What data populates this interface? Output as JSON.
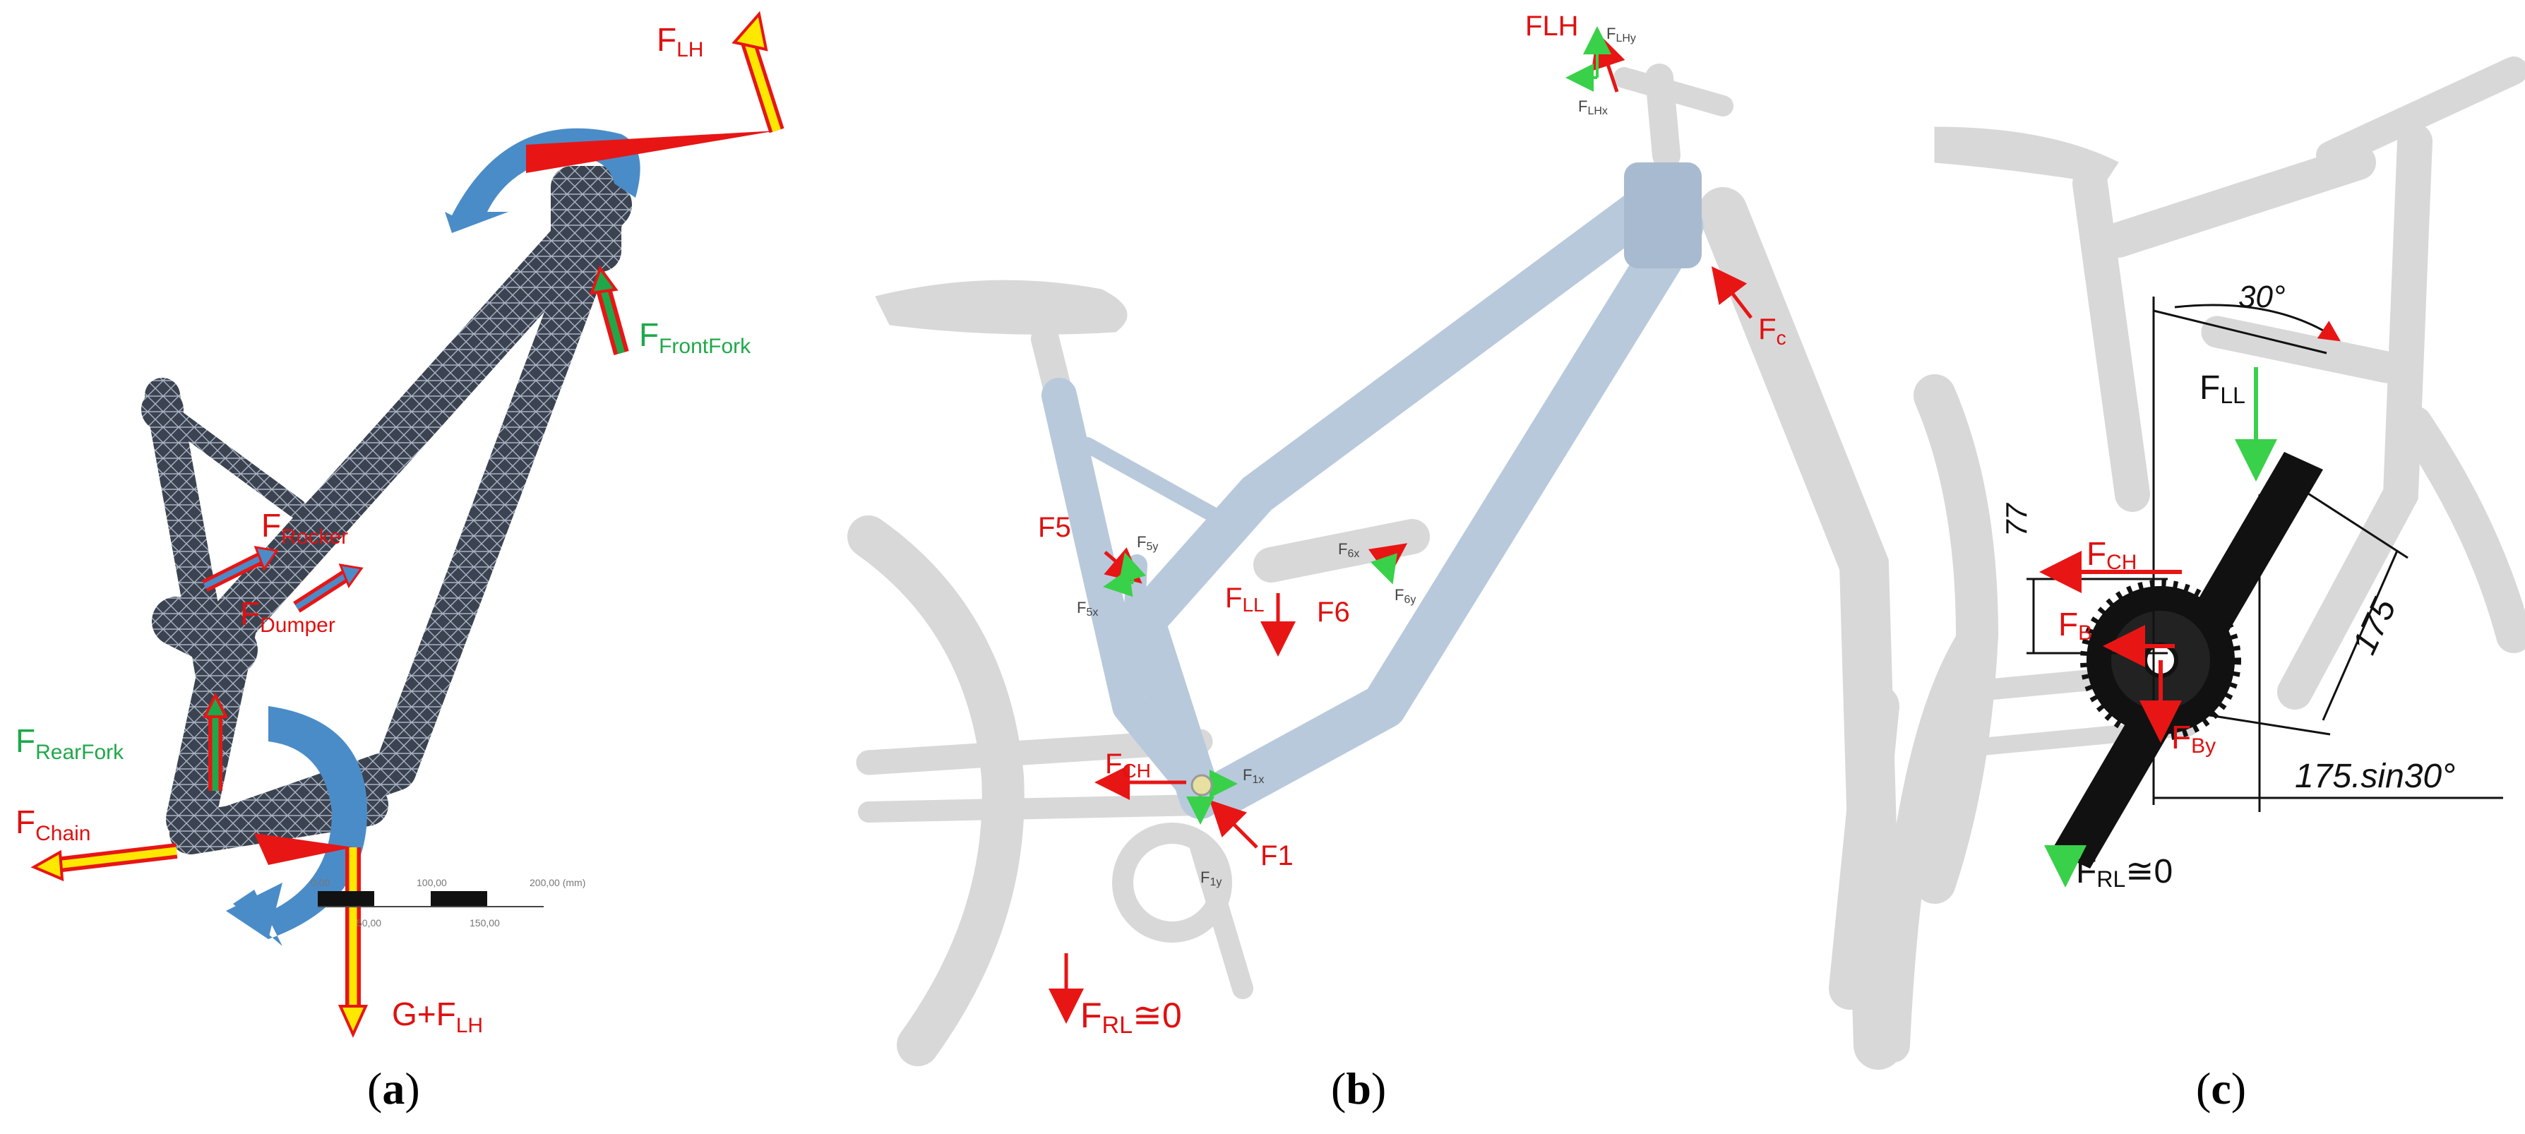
{
  "panels": [
    {
      "id": "a",
      "caption_letter": "a",
      "labels": {
        "f_lh": {
          "base": "F",
          "sub": "LH"
        },
        "f_frontfork": {
          "base": "F",
          "sub": "FrontFork"
        },
        "f_rocker": {
          "base": "F",
          "sub": "Rocker"
        },
        "f_dumper": {
          "base": "F",
          "sub": "Dumper"
        },
        "f_rearfork": {
          "base": "F",
          "sub": "RearFork"
        },
        "f_chain": {
          "base": "F",
          "sub": "Chain"
        },
        "g_flh": {
          "base": "G+F",
          "sub": "LH"
        }
      },
      "scale_ticks": [
        "0,00",
        "100,00",
        "200,00 (mm)",
        "50,00",
        "150,00"
      ]
    },
    {
      "id": "b",
      "caption_letter": "b",
      "labels": {
        "f_lh": {
          "base": "F",
          "sub": "LH"
        },
        "f_lhy": {
          "base": "F",
          "sub": "LHy"
        },
        "f_lhx": {
          "base": "F",
          "sub": "LHx"
        },
        "f_c": {
          "base": "F",
          "sub": "c"
        },
        "f_5": {
          "base": "F",
          "sub": "5"
        },
        "f_5y": {
          "base": "F",
          "sub": "5y"
        },
        "f_5x": {
          "base": "F",
          "sub": "5x"
        },
        "f_6x": {
          "base": "F",
          "sub": "6x"
        },
        "f_6": {
          "base": "F",
          "sub": "6"
        },
        "f_6y": {
          "base": "F",
          "sub": "6y"
        },
        "f_ll": {
          "base": "F",
          "sub": "LL"
        },
        "f_ch": {
          "base": "F",
          "sub": "CH"
        },
        "f_1x": {
          "base": "F",
          "sub": "1x"
        },
        "f_1": {
          "base": "F",
          "sub": "1"
        },
        "f_1y": {
          "base": "F",
          "sub": "1y"
        },
        "f_rl": {
          "base": "F",
          "sub": "RL",
          "suffix": "≅0"
        }
      }
    },
    {
      "id": "c",
      "caption_letter": "c",
      "labels": {
        "angle": "30°",
        "f_ll": {
          "base": "F",
          "sub": "LL"
        },
        "dim_77": "77",
        "f_ch": {
          "base": "F",
          "sub": "CH"
        },
        "f_b": {
          "base": "F",
          "sub": "B"
        },
        "f_by": {
          "base": "F",
          "sub": "By"
        },
        "dim_175": "175",
        "dim_sin": "175.sin30°",
        "f_rl": {
          "base": "F",
          "sub": "RL",
          "suffix": "≅0"
        }
      }
    }
  ],
  "colors": {
    "red_label": "#e01010",
    "green_label": "#1fa84a",
    "arrow_yellow": "#ffe800",
    "arrow_red": "#e81515",
    "blue_moment": "#4a8cc8",
    "frame_blue": "#b8c9dc",
    "ghost_grey": "#d6d6d6",
    "force_green": "#39d04a"
  }
}
